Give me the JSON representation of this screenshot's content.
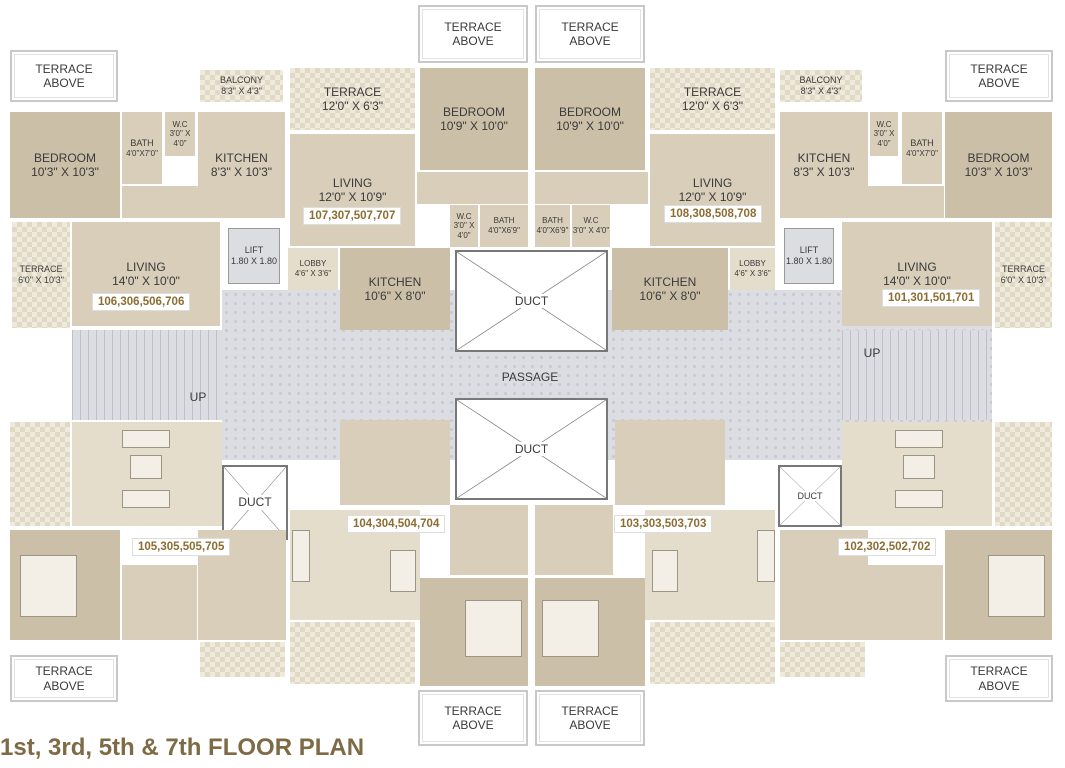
{
  "title": "1st, 3rd, 5th & 7th FLOOR PLAN",
  "colors": {
    "title": "#7e6a45",
    "unit_number": "#8c6d32",
    "room": "#d8ceba",
    "room_dark": "#cbbfa8",
    "passage": "#dcdde2"
  },
  "labels": {
    "terrace_above": [
      "TERRACE",
      "ABOVE"
    ],
    "passage": "PASSAGE",
    "duct": "DUCT",
    "up": "UP"
  },
  "rooms": {
    "balcony": {
      "name": "BALCONY",
      "dim": "8'3\" X 4'3\""
    },
    "terrace_front": {
      "name": "TERRACE",
      "dim": "12'0\" X 6'3\""
    },
    "terrace_side": {
      "name": "TERRACE",
      "dim": "6'0\" X 10'3\""
    },
    "bedroom_side": {
      "name": "BEDROOM",
      "dim": "10'3\" X 10'3\""
    },
    "bath_side": {
      "name": "BATH",
      "dim": "4'0\"X7'0\""
    },
    "wc": {
      "name": "W.C",
      "dim": "3'0\" X 4'0\""
    },
    "kitchen_side": {
      "name": "KITCHEN",
      "dim": "8'3\" X 10'3\""
    },
    "living_side": {
      "name": "LIVING",
      "dim": "14'0\" X 10'0\""
    },
    "lift": {
      "name": "LIFT",
      "dim": "1.80 X 1.80"
    },
    "living_center": {
      "name": "LIVING",
      "dim": "12'0\" X 10'9\""
    },
    "bedroom_center": {
      "name": "BEDROOM",
      "dim": "10'9\" X 10'0\""
    },
    "bath_center": {
      "name": "BATH",
      "dim": "4'0\"X6'9\""
    },
    "kitchen_center": {
      "name": "KITCHEN",
      "dim": "10'6\" X 8'0\""
    },
    "lobby": {
      "name": "LOBBY",
      "dim": "4'6\" X 3'6\""
    }
  },
  "units": {
    "u106": "106,306,506,706",
    "u107": "107,307,507,707",
    "u108": "108,308,508,708",
    "u101": "101,301,501,701",
    "u105": "105,305,505,705",
    "u104": "104,304,504,704",
    "u103": "103,303,503,703",
    "u102": "102,302,502,702"
  }
}
